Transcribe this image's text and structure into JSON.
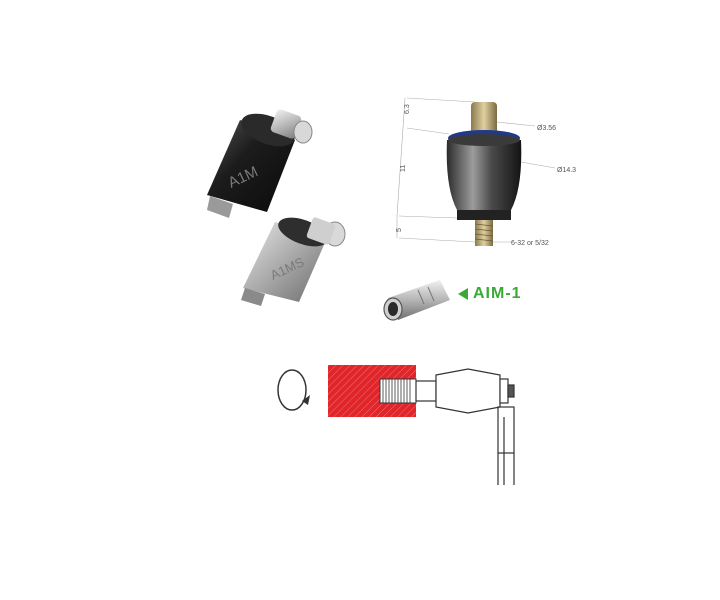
{
  "products": {
    "black_model": "A1M",
    "silver_model": "A1MS"
  },
  "dimensions": {
    "top_height": "6.3",
    "body_height": "11",
    "bottom_height": "5",
    "shaft_diameter": "Ø3.56",
    "body_diameter": "Ø14.3",
    "thread": "6-32 or 5/32"
  },
  "accessory": {
    "label": "AIM-1"
  },
  "colors": {
    "accent_green": "#3aaa35",
    "rotating_part_red": "#e0262a",
    "seal_blue": "#1f3a8a",
    "shaft_brass": "#c9b27a"
  }
}
